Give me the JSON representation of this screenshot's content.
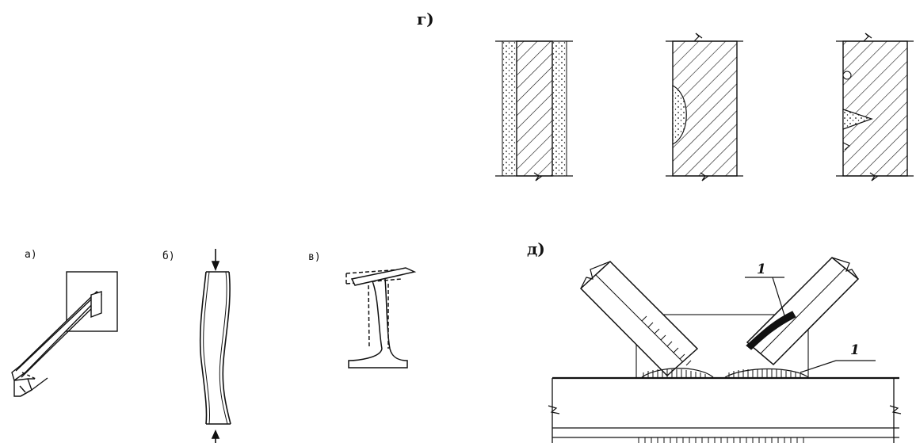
{
  "labels": {
    "a": "а)",
    "b": "б)",
    "v": "в)",
    "g": "г)",
    "d": "д)"
  },
  "callouts": {
    "weld_upper": "1",
    "weld_lower": "1"
  },
  "colors": {
    "ink": "#111111",
    "background": "#ffffff"
  }
}
